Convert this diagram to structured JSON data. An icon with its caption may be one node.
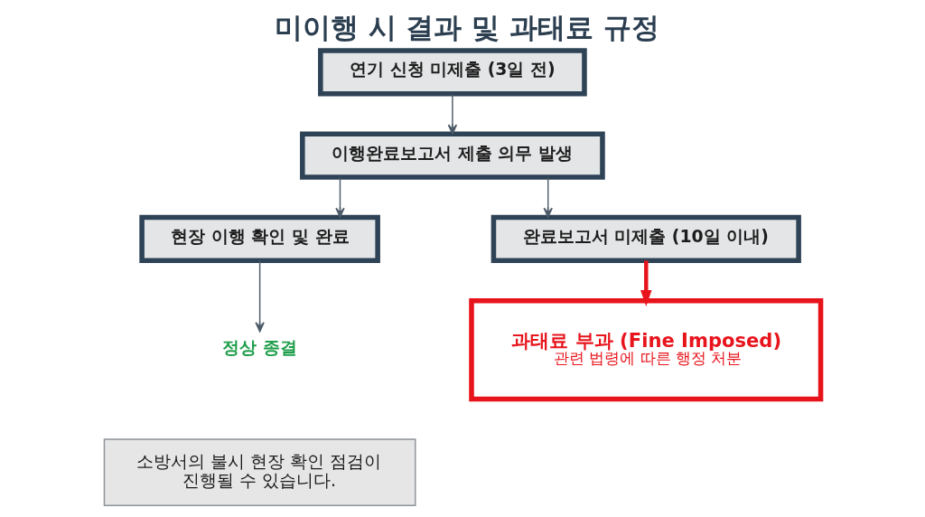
{
  "diagram": {
    "title": "미이행 시 결과 및 과태료 규정",
    "nodes": [
      {
        "text": [
          "연기 신청 미제출 (3일 전)"
        ]
      },
      {
        "text": [
          "이행완료보고서 제출 의무 발생"
        ]
      },
      {
        "text": [
          "현장 이행 확인 및 완료"
        ]
      },
      {
        "text": [
          "완료보고서 미제출 (10일 이내)"
        ]
      },
      {
        "text": [
          "정상 종결"
        ]
      },
      {
        "text": [
          "과태료 부과 (Fine Imposed)",
          "관련 법령에 따른 행정 처분"
        ]
      },
      {
        "text": [
          "소방서의 불시 현장 확인 점검이 진행될 수 있습니다."
        ]
      }
    ],
    "edges": [
      {
        "from": 0,
        "to": 1,
        "arrow": "to"
      },
      {
        "from": 1,
        "to": 2,
        "arrow": "to"
      },
      {
        "from": 1,
        "to": 3,
        "arrow": "to"
      },
      {
        "from": 2,
        "to": 4,
        "arrow": "to"
      },
      {
        "from": 3,
        "to": 5,
        "arrow": "to",
        "style": "thick",
        "color": "#e8141c"
      }
    ]
  }
}
